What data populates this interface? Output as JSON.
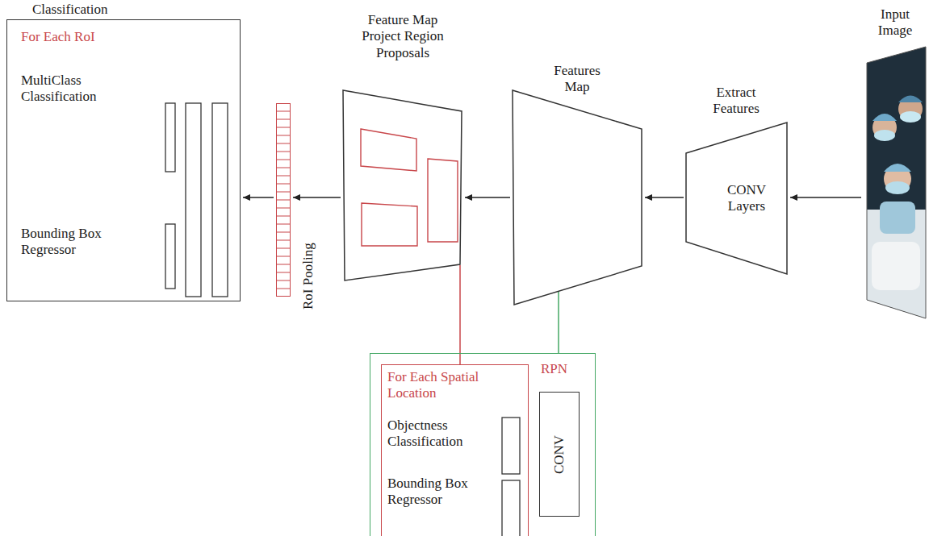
{
  "diagram": {
    "nodes": [
      {
        "text": [
          "Classification",
          "For Each RoI",
          "MultiClass Classification",
          "Bounding Box Regressor"
        ]
      },
      {
        "text": [
          "RoI Pooling"
        ]
      },
      {
        "text": [
          "Feature Map Project Region Proposals"
        ]
      },
      {
        "text": [
          "Features Map"
        ]
      },
      {
        "text": [
          "Extract Features",
          "CONV Layers"
        ]
      },
      {
        "text": [
          "Input Image"
        ]
      },
      {
        "text": [
          "RPN"
        ]
      },
      {
        "text": [
          "For Each Spatial Location",
          "Objectness Classification",
          "Bounding Box Regressor"
        ],
        "in": 6
      },
      {
        "text": [
          "CONV"
        ],
        "in": 6
      }
    ],
    "edges": [
      {
        "from": 5,
        "to": 4,
        "arrow": "to"
      },
      {
        "from": 4,
        "to": 3,
        "arrow": "to"
      },
      {
        "from": 3,
        "to": 2,
        "arrow": "to"
      },
      {
        "from": 2,
        "to": 1,
        "arrow": "to"
      },
      {
        "from": 1,
        "to": 0,
        "arrow": "to"
      },
      {
        "from": 3,
        "to": 6,
        "arrow": "none"
      },
      {
        "from": 2,
        "to": 7,
        "arrow": "none"
      }
    ]
  }
}
